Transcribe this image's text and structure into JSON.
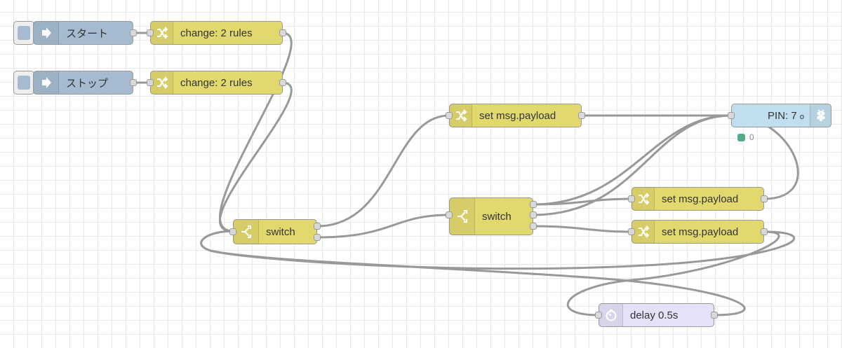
{
  "nodes": {
    "inject_start": {
      "label": "スタート",
      "icon": "arrow-in-icon"
    },
    "inject_stop": {
      "label": "ストップ",
      "icon": "arrow-in-icon"
    },
    "change_1": {
      "label": "change: 2 rules",
      "icon": "shuffle-icon"
    },
    "change_2": {
      "label": "change: 2 rules",
      "icon": "shuffle-icon"
    },
    "change_top": {
      "label": "set msg.payload",
      "icon": "shuffle-icon"
    },
    "pin_out": {
      "label": "PIN: 7",
      "suffix": "o",
      "icon": "raspberry-pi-icon",
      "status_text": "0",
      "status_color": "#55aa88"
    },
    "switch_1": {
      "label": "switch",
      "icon": "switch-icon"
    },
    "switch_2": {
      "label": "switch",
      "icon": "switch-icon"
    },
    "change_mid": {
      "label": "set msg.payload",
      "icon": "shuffle-icon"
    },
    "change_bot": {
      "label": "set msg.payload",
      "icon": "shuffle-icon"
    },
    "delay": {
      "label": "delay 0.5s",
      "icon": "timer-icon"
    }
  },
  "colors": {
    "function": "#e2d96e",
    "inject": "#a6bbcf",
    "rpi": "#c0deed",
    "delay": "#e6e0f8",
    "wire": "#999999",
    "grid": "#e8e8e8"
  }
}
